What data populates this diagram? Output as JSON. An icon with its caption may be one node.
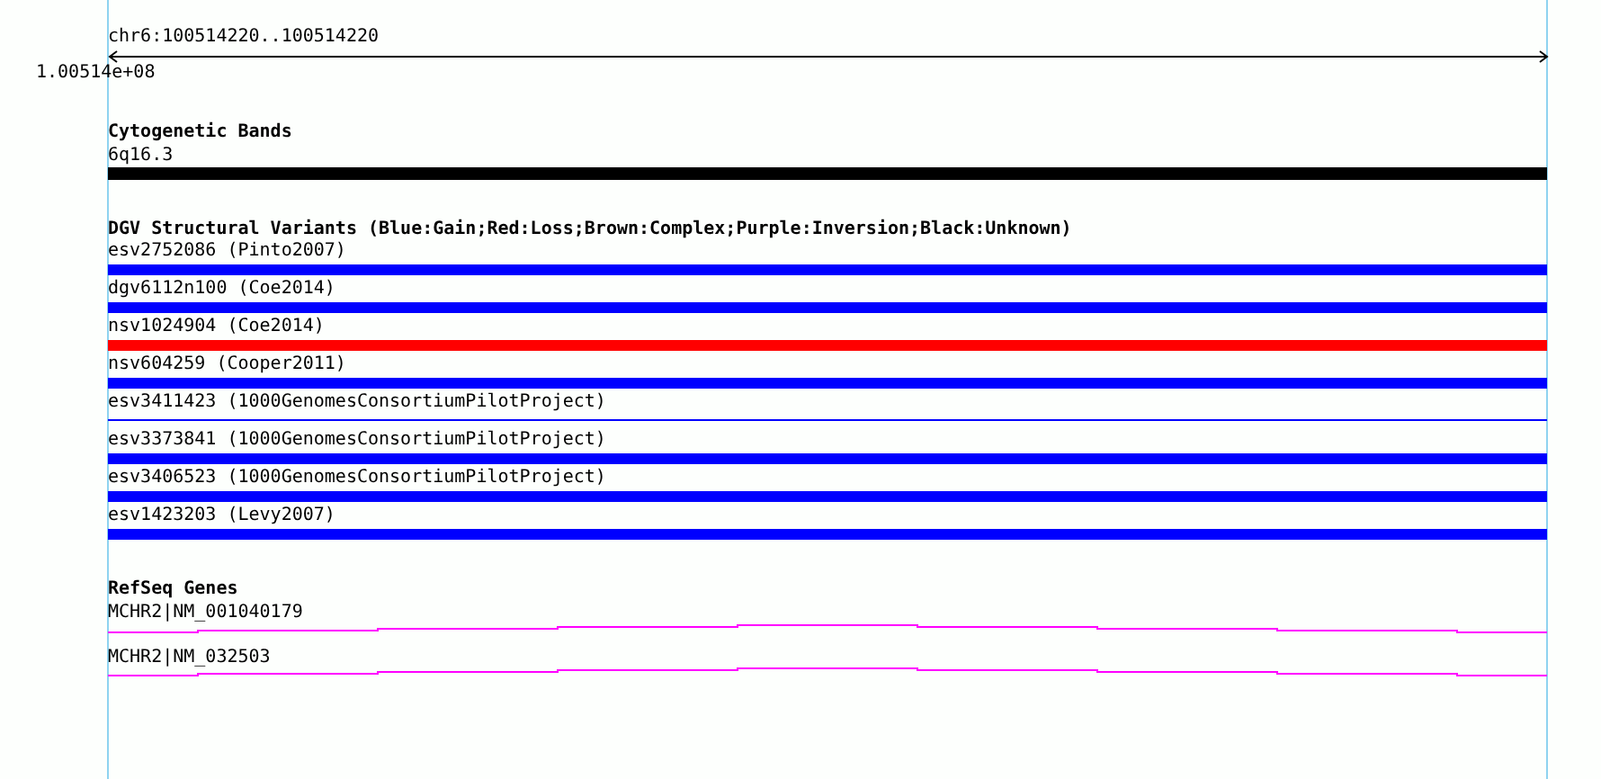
{
  "diagram": {
    "nodes": [
      {
        "text": [
          "6q16.3"
        ]
      },
      {
        "text": [
          "esv2752086 (Pinto2007)"
        ]
      },
      {
        "text": [
          "dgv6112n100 (Coe2014)"
        ]
      },
      {
        "text": [
          "nsv1024904 (Coe2014)"
        ]
      },
      {
        "text": [
          "nsv604259 (Cooper2011)"
        ]
      },
      {
        "text": [
          "esv3411423 (1000GenomesConsortiumPilotProject)"
        ]
      },
      {
        "text": [
          "esv3373841 (1000GenomesConsortiumPilotProject)"
        ]
      },
      {
        "text": [
          "esv3406523 (1000GenomesConsortiumPilotProject)"
        ]
      },
      {
        "text": [
          "esv1423203 (Levy2007)"
        ]
      },
      {
        "text": [
          "MCHR2|NM_001040179"
        ]
      },
      {
        "text": [
          "MCHR2|NM_032503"
        ]
      }
    ],
    "labels": [
      "chr6:100514220..100514220",
      "1.00514e+08",
      "Cytogenetic Bands",
      "DGV Structural Variants (Blue:Gain;Red:Loss;Brown:Complex;Purple:Inversion;Black:Unknown)",
      "RefSeq Genes"
    ]
  }
}
